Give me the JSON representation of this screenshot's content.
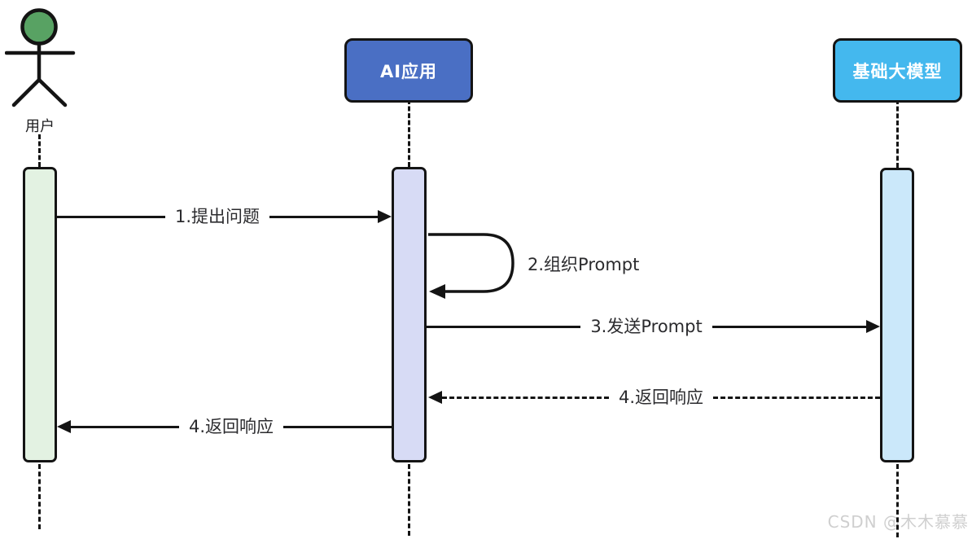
{
  "diagram": {
    "type": "sequence-diagram",
    "actors": [
      {
        "id": "user",
        "label": "用户",
        "kind": "actor"
      },
      {
        "id": "ai-app",
        "label": "AI应用",
        "kind": "participant"
      },
      {
        "id": "llm",
        "label": "基础大模型",
        "kind": "participant"
      }
    ],
    "messages": [
      {
        "from": "user",
        "to": "ai-app",
        "label": "1.提出问题",
        "style": "solid",
        "direction": "right"
      },
      {
        "from": "ai-app",
        "to": "ai-app",
        "label": "2.组织Prompt",
        "style": "self",
        "direction": "self"
      },
      {
        "from": "ai-app",
        "to": "llm",
        "label": "3.发送Prompt",
        "style": "solid",
        "direction": "right"
      },
      {
        "from": "llm",
        "to": "ai-app",
        "label": "4.返回响应",
        "style": "dashed",
        "direction": "left"
      },
      {
        "from": "ai-app",
        "to": "user",
        "label": "4.返回响应",
        "style": "solid",
        "direction": "left"
      }
    ],
    "colors": {
      "actor_head": "#58a263",
      "ai_box": "#4a6fc4",
      "llm_box": "#44b8ee",
      "activation_user": "#e3f2e2",
      "activation_ai": "#d7dbf5",
      "activation_llm": "#cbe8fa",
      "stroke": "#141414",
      "message_text": "#2b2b2e",
      "box_text": "#ffffff"
    },
    "watermark": "CSDN @木木慕慕"
  }
}
